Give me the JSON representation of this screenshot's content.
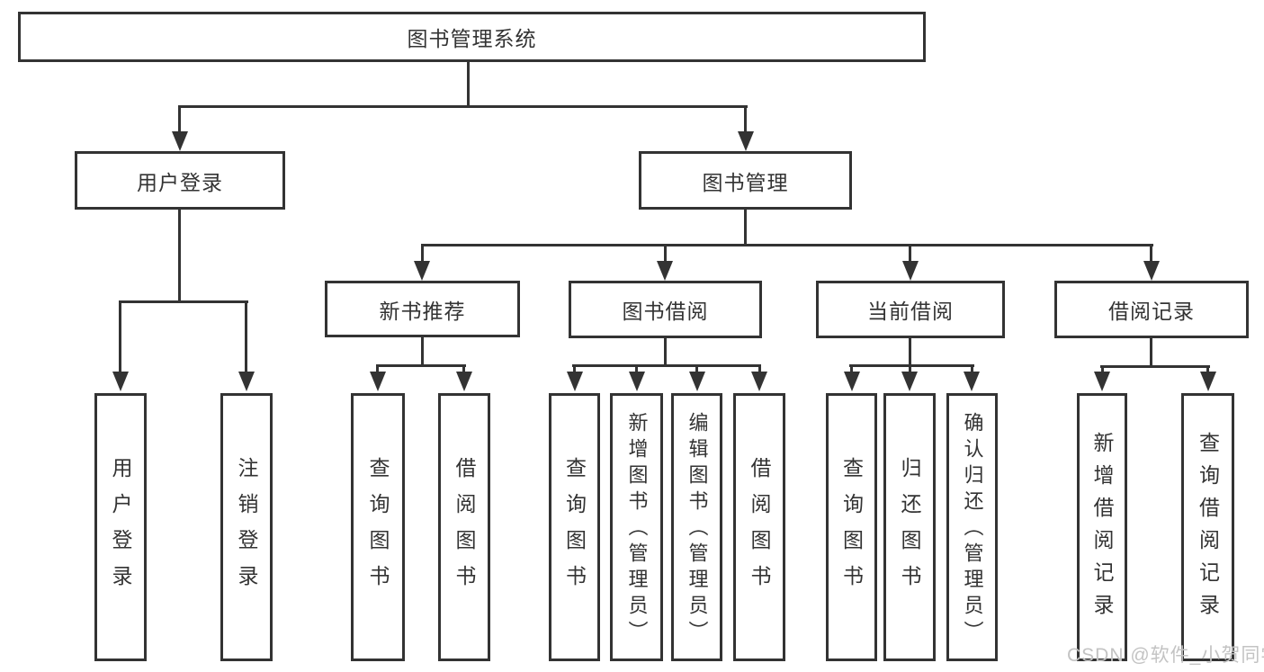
{
  "root": {
    "label": "图书管理系统"
  },
  "login": {
    "label": "用户登录",
    "children": [
      {
        "label": "用户登录"
      },
      {
        "label": "注销登录"
      }
    ]
  },
  "mgmt": {
    "label": "图书管理",
    "sections": [
      {
        "label": "新书推荐",
        "children": [
          {
            "label": "查询图书"
          },
          {
            "label": "借阅图书"
          }
        ]
      },
      {
        "label": "图书借阅",
        "children": [
          {
            "label": "查询图书"
          },
          {
            "label": "新增图书（管理员）"
          },
          {
            "label": "编辑图书（管理员）"
          },
          {
            "label": "借阅图书"
          }
        ]
      },
      {
        "label": "当前借阅",
        "children": [
          {
            "label": "查询图书"
          },
          {
            "label": "归还图书"
          },
          {
            "label": "确认归还（管理员）"
          }
        ]
      },
      {
        "label": "借阅记录",
        "children": [
          {
            "label": "新增借阅记录"
          },
          {
            "label": "查询借阅记录"
          }
        ]
      }
    ]
  },
  "watermark": {
    "text": "CSDN @软件_小贺同学"
  },
  "colors": {
    "line": "#333333",
    "text": "#333333",
    "watermark": "#c3c3c3",
    "background": "#ffffff"
  }
}
